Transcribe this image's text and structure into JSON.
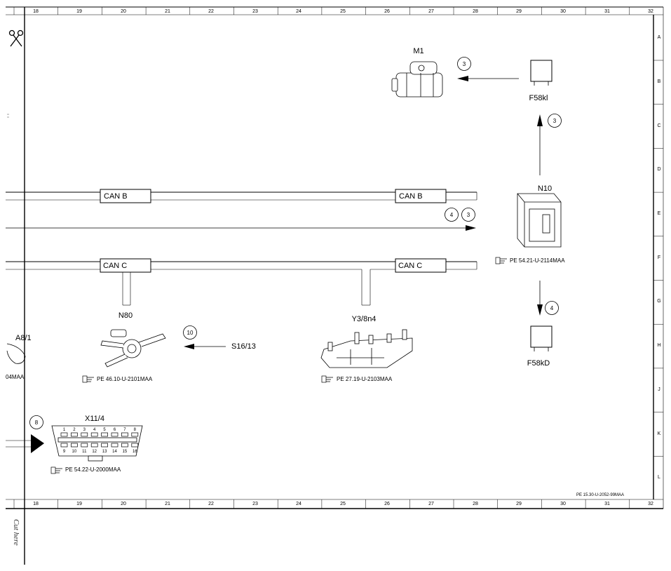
{
  "col_labels": [
    "18",
    "19",
    "20",
    "21",
    "22",
    "23",
    "24",
    "25",
    "26",
    "27",
    "28",
    "29",
    "30",
    "31",
    "32"
  ],
  "row_labels": [
    "A",
    "B",
    "C",
    "D",
    "E",
    "F",
    "G",
    "H",
    "J",
    "K",
    "L"
  ],
  "components": {
    "m1": "M1",
    "f58kl": "F58kl",
    "n10": "N10",
    "f58kd": "F58kD",
    "n80": "N80",
    "y3": "Y3/8n4",
    "s1613": "S16/13",
    "a81": "A8/1",
    "x114": "X11/4"
  },
  "buses": {
    "can_b_left": "CAN B",
    "can_b_right": "CAN B",
    "can_c_left": "CAN C",
    "can_c_right": "CAN C"
  },
  "circles": {
    "m1_ref": "3",
    "f58kl_ref": "3",
    "bus_ref_a": "4",
    "bus_ref_b": "3",
    "f58kd_ref": "4",
    "s1613_ref": "10",
    "x114_ref": "8"
  },
  "refs": {
    "n10": "PE 54.21-U-2114MAA",
    "n80": "PE 46.10-U-2101MAA",
    "y3": "PE 27.19-U-2103MAA",
    "a81": "04MAA",
    "x114": "PE 54.22-U-2000MAA",
    "sheet": "PE 15.30-U-2052-99MAA"
  },
  "pins_top": [
    "1",
    "2",
    "3",
    "4",
    "5",
    "6",
    "7",
    "8"
  ],
  "pins_bottom": [
    "9",
    "10",
    "11",
    "12",
    "13",
    "14",
    "15",
    "16"
  ],
  "cut_text": "Cut here",
  "icons": {
    "scissors": "scissors-icon",
    "reference": "pointing-hand-icon"
  }
}
